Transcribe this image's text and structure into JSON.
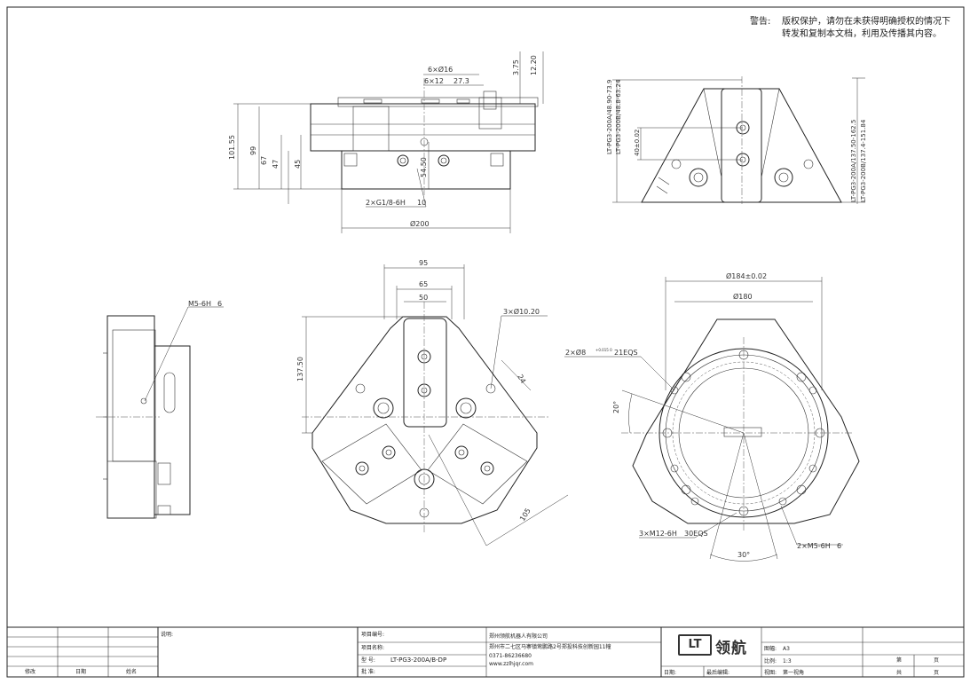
{
  "warning": {
    "label": "警告:",
    "text": "版权保护，请勿在未获得明确授权的情况下转发和复制本文档，利用及传播其内容。"
  },
  "top_view": {
    "dims": {
      "d1": "6×Ø16",
      "d2": "6×12",
      "d2b": "27.3",
      "d3": "3.75",
      "d4": "12.20",
      "h1": "101.55",
      "h2": "99",
      "h3": "67",
      "h4": "47",
      "h5": "45",
      "h6": "54.50",
      "port": "2×G1/8-6H",
      "port_depth": "10",
      "dia": "Ø200"
    }
  },
  "right_top_view": {
    "dims": {
      "v1": "LT-PG3-200A/48.90-73.9",
      "v2": "LT-PG3-200B/48.8-63.24",
      "v3": "40±0.02",
      "v4": "LT-PG3-200A/137.50-162.5",
      "v5": "LT-PG3-200B/137.4-151.84"
    }
  },
  "side_view": {
    "dims": {
      "m5": "M5-6H",
      "m5_depth": "6"
    }
  },
  "front_view": {
    "dims": {
      "w95": "95",
      "w65": "65",
      "w50": "50",
      "h137": "137.50",
      "holes": "3×Ø10.20",
      "d24": "24",
      "r105": "105"
    }
  },
  "back_view": {
    "dims": {
      "d184": "Ø184±0.02",
      "d180": "Ø180",
      "pin": "2×Ø8",
      "pin_tol": "+0.015 0",
      "pin_depth": "21EQS",
      "ang20": "20°",
      "m12": "3×M12-6H",
      "m12_depth": "30EQS",
      "m5": "2×M5-6H",
      "m5_depth": "6",
      "ang30": "30°"
    }
  },
  "title_block": {
    "remark_label": "说明:",
    "col_modify": "修改",
    "col_date": "日期",
    "col_name": "姓名",
    "project_no_label": "项目编号:",
    "project_name_label": "项目名称:",
    "model_label": "型    号:",
    "model_value": "LT-PG3-200A/B-DP",
    "approve_label": "批    准:",
    "company": "郑州领航机器人有限公司",
    "address": "郑州市二七区马寨镇莺鹏路2号郑投科技创新园11幢",
    "phone": "0371-86236680",
    "website": "www.zzlhjqr.com",
    "logo_letters": "LT",
    "logo_name": "领航",
    "sheet_size_label": "图幅:",
    "sheet_size": "A3",
    "scale_label": "比例:",
    "scale": "1:3",
    "view_label": "视图:",
    "view": "第一视角",
    "date_label": "日期:",
    "last_edit_label": "最后编辑:",
    "page_label_1": "第",
    "page_label_2": "页",
    "total_label_1": "共",
    "total_label_2": "页"
  }
}
